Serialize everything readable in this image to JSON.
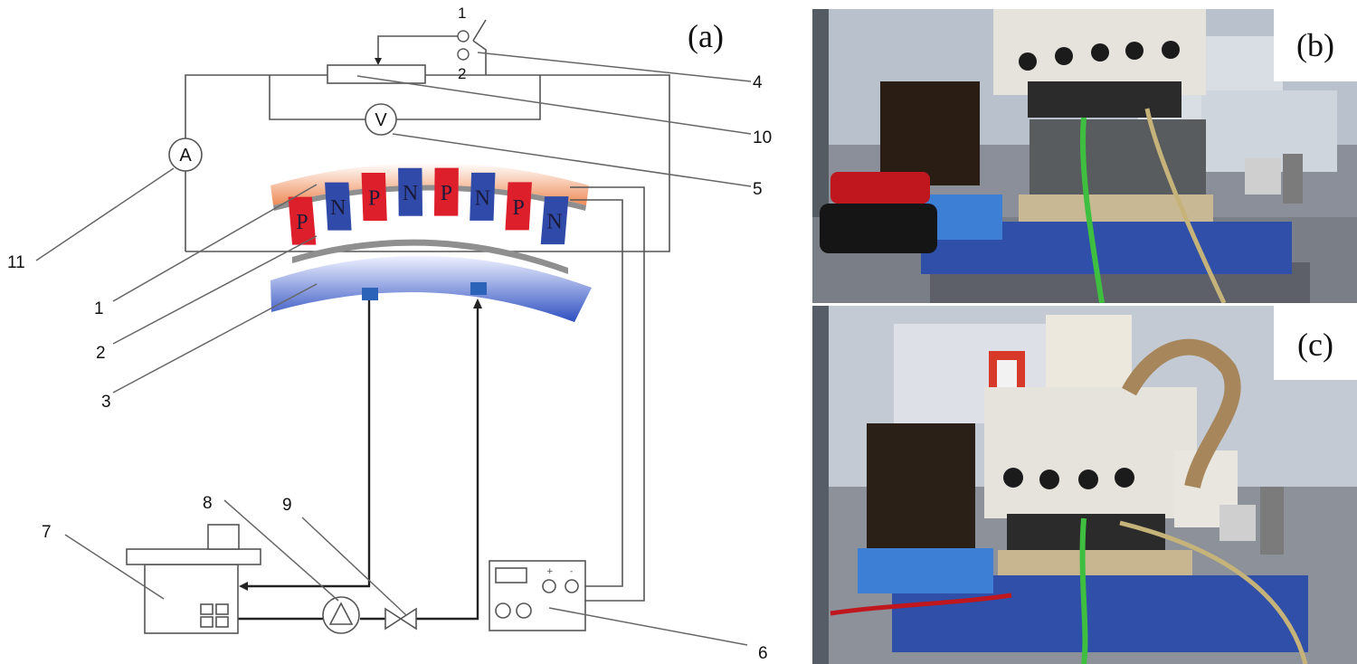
{
  "panels": {
    "a": "(a)",
    "b": "(b)",
    "c": "(c)"
  },
  "schematic": {
    "callouts": [
      "1",
      "2",
      "3",
      "4",
      "5",
      "6",
      "7",
      "8",
      "9",
      "10",
      "11"
    ],
    "switch_positions": [
      "1",
      "2"
    ],
    "voltmeter_symbol": "V",
    "ammeter_symbol": "A",
    "legs": [
      "P",
      "N",
      "P",
      "N",
      "P",
      "N",
      "P",
      "N"
    ],
    "colors": {
      "p_leg": "#dd1f2c",
      "n_leg": "#2f4aa8",
      "hot_plate": "#f09a6a",
      "cold_plate": "#3a59c4",
      "substrate": "#8f8f8f",
      "coolant_pad": "#2a63b8"
    }
  },
  "icons": {
    "pump": "pump-icon",
    "valve": "valve-icon",
    "power_supply": "power-supply-icon",
    "chiller": "chiller-icon",
    "rheostat": "rheostat-icon",
    "switch": "switch-icon"
  }
}
